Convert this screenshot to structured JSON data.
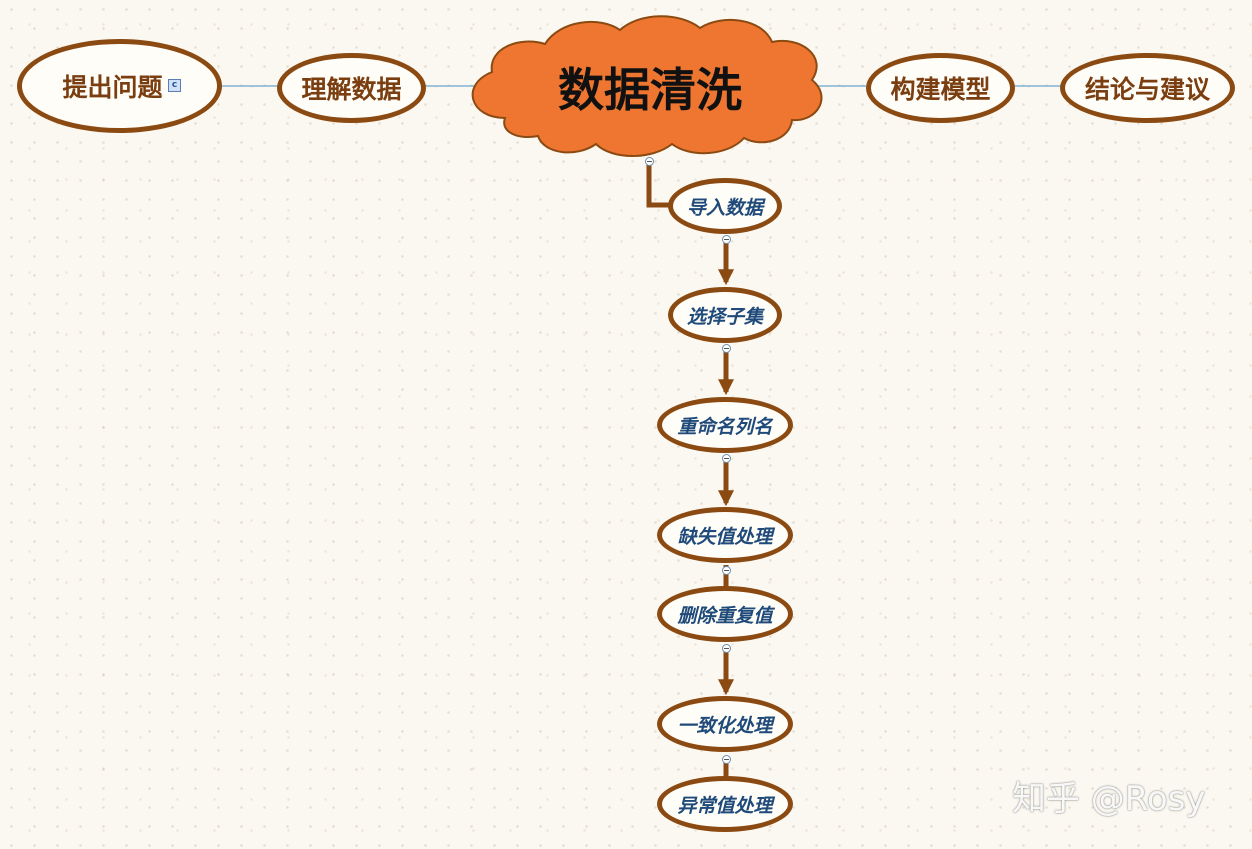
{
  "central_topic": "数据清洗",
  "main_topics": [
    "提出问题",
    "理解数据",
    "构建模型",
    "结论与建议"
  ],
  "badge": "c",
  "steps": [
    "导入数据",
    "选择子集",
    "重命名列名",
    "缺失值处理",
    "删除重复值",
    "一致化处理",
    "异常值处理"
  ],
  "watermark": "知乎 @Rosy",
  "colors": {
    "border": "#8b4a12",
    "main_text": "#7a3e10",
    "sub_text": "#1f4a7a",
    "cloud_fill": "#ee7630",
    "connector_main": "#7fb2d6",
    "connector_sub": "#8b4a12",
    "background": "#fbf8f1"
  }
}
